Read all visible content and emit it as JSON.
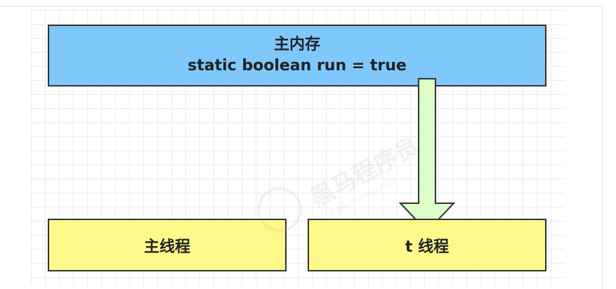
{
  "diagram": {
    "main_memory": {
      "title": "主内存",
      "code": "static boolean run = true"
    },
    "threads": {
      "main": "主线程",
      "t": "t 线程"
    },
    "colors": {
      "main_memory_fill": "#7ec8fb",
      "thread_fill": "#fff98c",
      "arrow_fill": "#dcfcc8",
      "border": "#333333"
    }
  },
  "watermark": {
    "text": "黑马程序员",
    "url": "www.itheima.com"
  }
}
